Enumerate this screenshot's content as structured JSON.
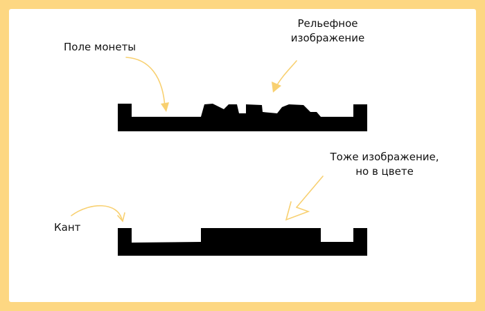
{
  "labels": {
    "coin_field": "Поле монеты",
    "relief_image_line1": "Рельефное",
    "relief_image_line2": "изображение",
    "color_image_line1": "Тоже изображение,",
    "color_image_line2": "но в цвете",
    "rim": "Кант"
  },
  "colors": {
    "frame": "#fdd782",
    "arrow": "#f8d070",
    "shape": "#000000"
  }
}
